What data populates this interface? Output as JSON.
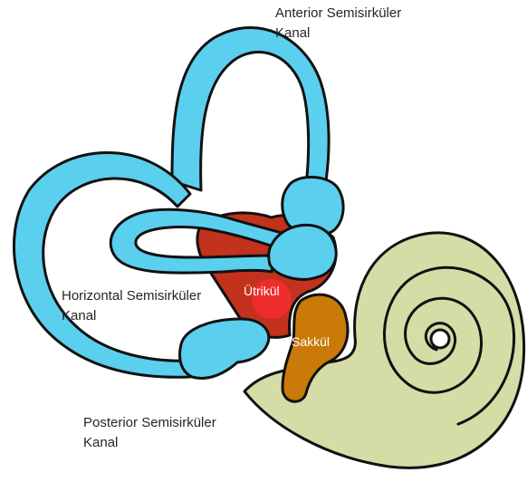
{
  "labels": {
    "anterior": [
      "Anterior Semisirküler",
      "Kanal"
    ],
    "horizontal": [
      "Horizontal Semisirküler",
      "Kanal"
    ],
    "posterior": [
      "Posterior Semisirküler",
      "Kanal"
    ],
    "utricle": "Ütrikül",
    "saccule": "Sakkül"
  },
  "colors": {
    "canal": "#5bcfee",
    "utricle_region": "#c2321c",
    "utricle_spot": "#ef2c2c",
    "saccule": "#c97a08",
    "cochlea": "#d6dca6",
    "outline": "#111111"
  }
}
